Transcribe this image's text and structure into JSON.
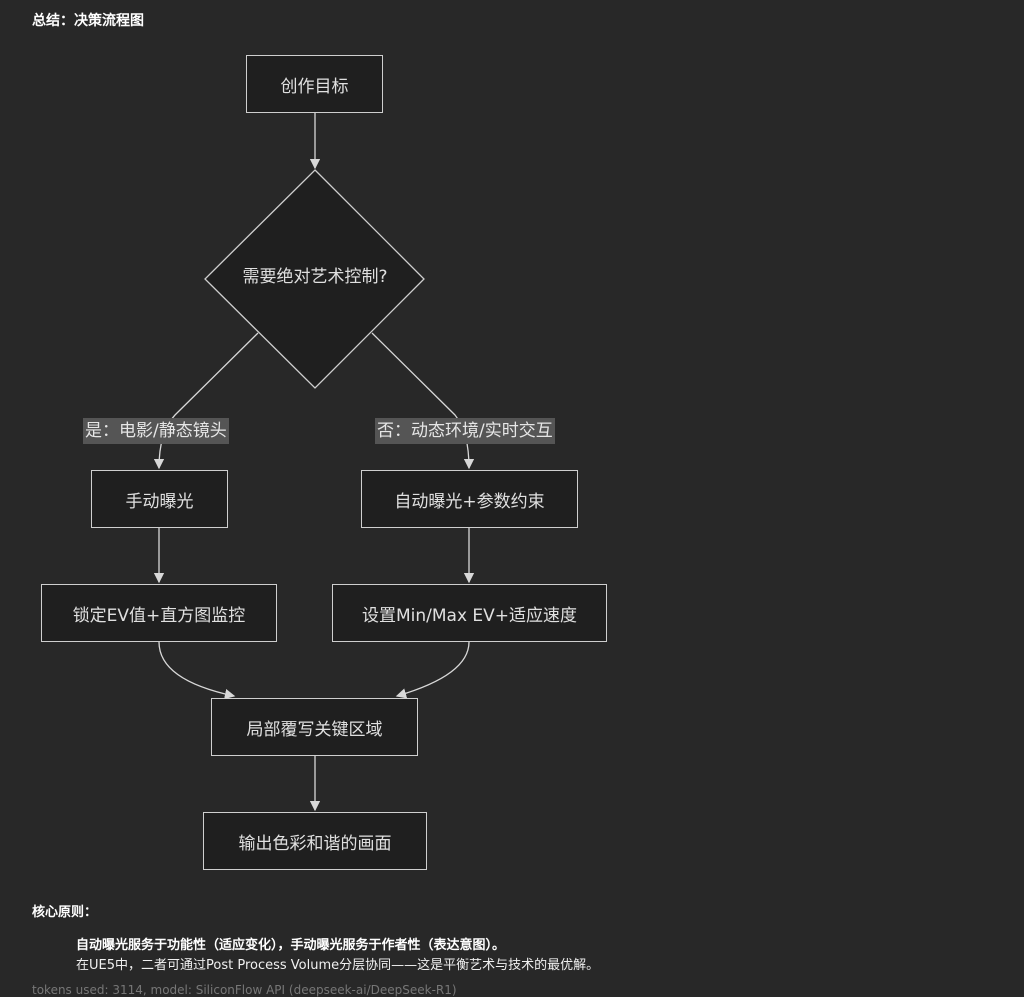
{
  "title": "总结：决策流程图",
  "flowchart": {
    "start": "创作目标",
    "decision": "需要绝对艺术控制?",
    "yes_label": "是：电影/静态镜头",
    "no_label": "否：动态环境/实时交互",
    "manual": "手动曝光",
    "auto": "自动曝光+参数约束",
    "lock_ev": "锁定EV值+直方图监控",
    "set_range": "设置Min/Max EV+适应速度",
    "local_override": "局部覆写关键区域",
    "output": "输出色彩和谐的画面"
  },
  "principle": {
    "heading": "核心原则：",
    "line1": "自动曝光服务于功能性（适应变化），手动曝光服务于作者性（表达意图）。",
    "line2": "在UE5中，二者可通过Post Process Volume分层协同——这是平衡艺术与技术的最优解。"
  },
  "footer": "tokens used: 3114, model: SiliconFlow API (deepseek-ai/DeepSeek-R1)"
}
